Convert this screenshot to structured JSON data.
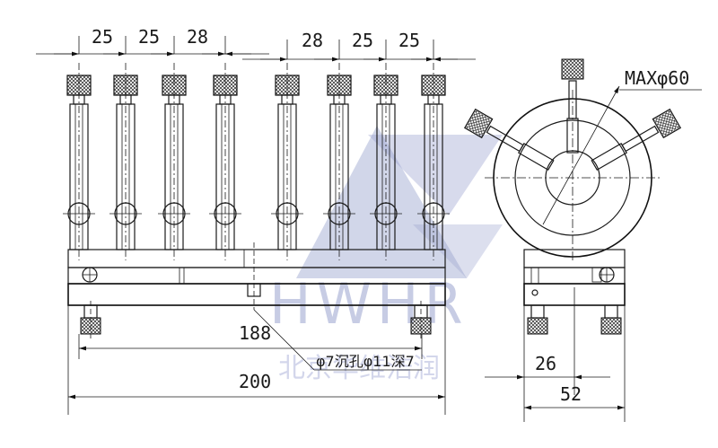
{
  "drawing": {
    "spacing_dims_left": [
      "25",
      "25",
      "28"
    ],
    "spacing_dims_right": [
      "28",
      "25",
      "25"
    ],
    "max_diameter": "MAXφ60",
    "dim_188": "188",
    "dim_200": "200",
    "dim_26": "26",
    "dim_52": "52",
    "hole_note": "φ7沉孔φ11深7"
  },
  "watermark": {
    "logo_text": "HWHR",
    "company_cn": "北京华维浩润"
  }
}
